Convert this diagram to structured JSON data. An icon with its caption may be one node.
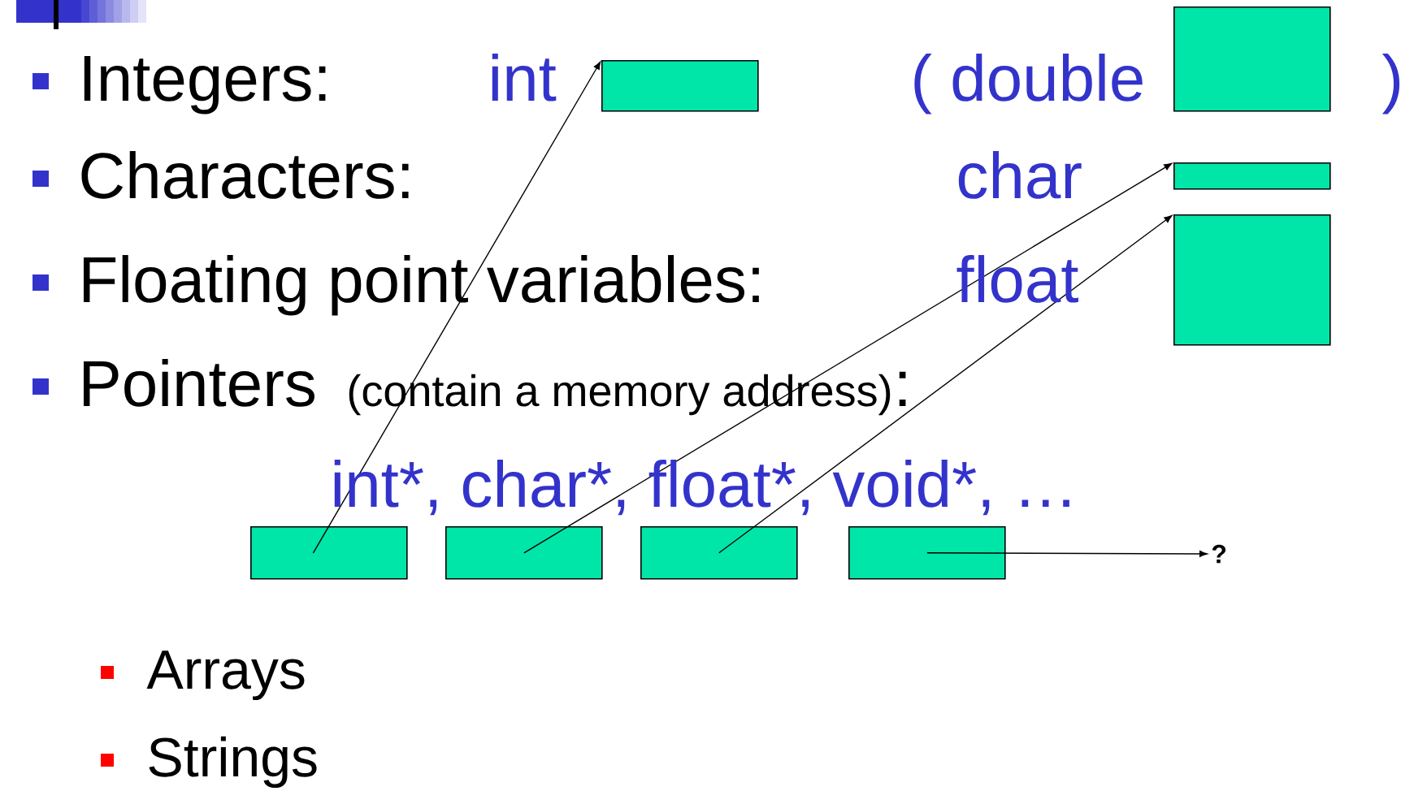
{
  "diagram": {
    "nodes": [
      {
        "text": [],
        "shape": "box"
      },
      {
        "text": [],
        "shape": "box"
      },
      {
        "text": [],
        "shape": "box"
      },
      {
        "text": [],
        "shape": "box"
      },
      {
        "text": [],
        "shape": "box"
      },
      {
        "text": [],
        "shape": "box"
      },
      {
        "text": [],
        "shape": "box"
      },
      {
        "text": [],
        "shape": "box"
      },
      {
        "text": [
          "?"
        ]
      }
    ],
    "edges": [
      {
        "from": 4,
        "to": 0,
        "arrow": "to"
      },
      {
        "from": 5,
        "to": 2,
        "arrow": "to"
      },
      {
        "from": 6,
        "to": 3,
        "arrow": "to"
      },
      {
        "from": 7,
        "to": 8,
        "arrow": "to"
      }
    ],
    "labels": [
      "Integers:",
      "int",
      "( double",
      ")",
      "Characters:",
      "char",
      "Floating point variables:",
      "float",
      "Pointers",
      "(contain a memory address)",
      ":",
      "int*, char*, float*, void*, …",
      "Arrays",
      "Strings"
    ]
  }
}
